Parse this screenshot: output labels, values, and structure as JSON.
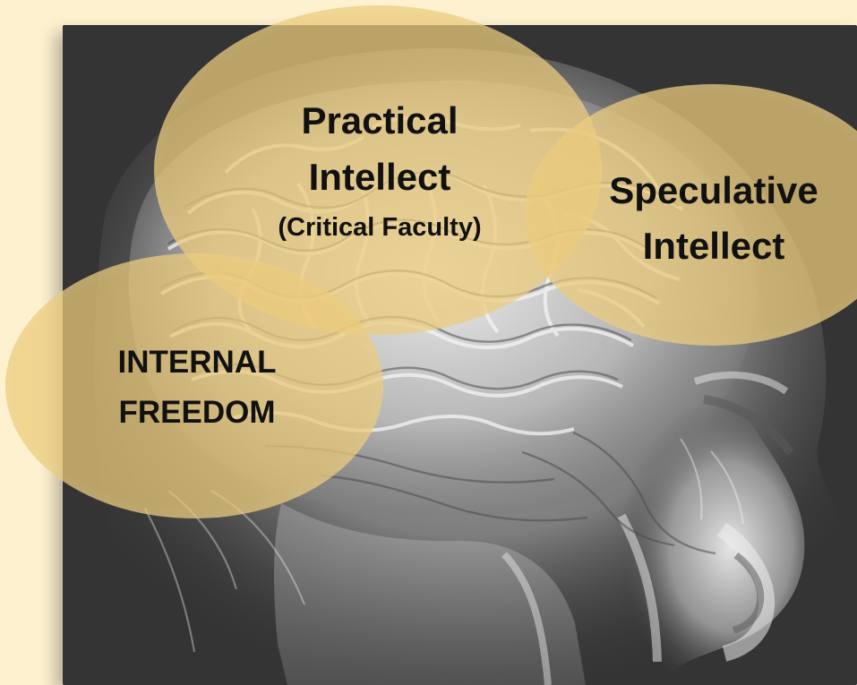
{
  "concepts": {
    "practical": {
      "title_line1": "Practical",
      "title_line2": "Intellect",
      "subtitle": "(Critical Faculty)"
    },
    "speculative": {
      "title_line1": "Speculative",
      "title_line2": "Intellect"
    },
    "internal": {
      "title_line1": "INTERNAL",
      "title_line2": "FREEDOM"
    }
  },
  "colors": {
    "page_background": "#fdf1cf",
    "bubble_fill": "#ebca7b",
    "text": "#111111",
    "photo_dark": "#2f2f2f",
    "photo_light": "#d8d8d8"
  }
}
